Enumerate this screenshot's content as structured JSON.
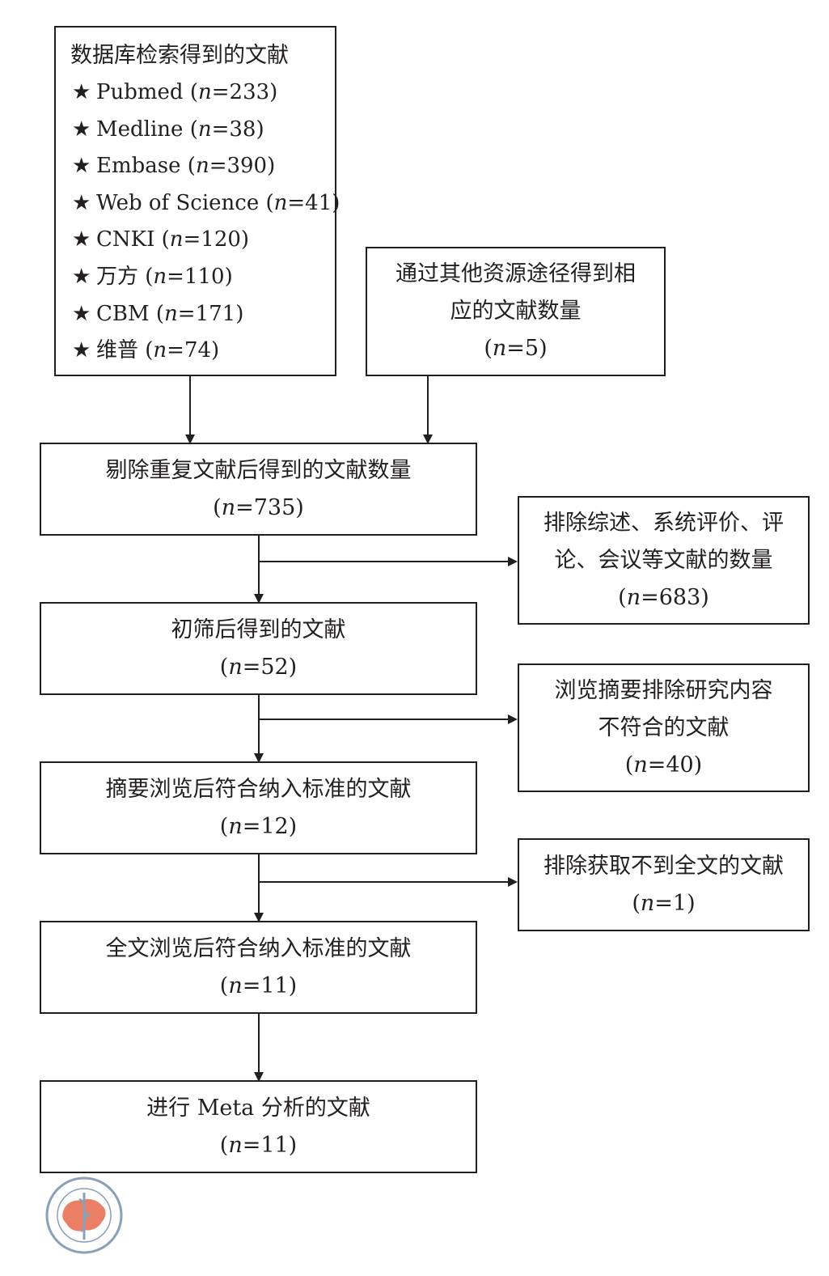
{
  "databases": {
    "title": "数据库检索得到的文献",
    "items": [
      {
        "star": "★",
        "name": "Pubmed",
        "count": "233"
      },
      {
        "star": "★",
        "name": "Medline",
        "count": "38"
      },
      {
        "star": "★",
        "name": "Embase",
        "count": "390"
      },
      {
        "star": "★",
        "name": "Web of Science",
        "count": "41"
      },
      {
        "star": "★",
        "name": "CNKI",
        "count": "120"
      },
      {
        "star": "★",
        "name": "万方",
        "count": "110"
      },
      {
        "star": "★",
        "name": "CBM",
        "count": "171"
      },
      {
        "star": "★",
        "name": "维普",
        "count": "74"
      }
    ]
  },
  "other_sources": {
    "line1": "通过其他资源途径得到相",
    "line2": "应的文献数量",
    "count": "5"
  },
  "dedup": {
    "line1": "剔除重复文献后得到的文献数量",
    "count": "735"
  },
  "exclude1": {
    "line1": "排除综述、系统评价、评",
    "line2": "论、会议等文献的数量",
    "count": "683"
  },
  "screen": {
    "line1": "初筛后得到的文献",
    "count": "52"
  },
  "exclude2": {
    "line1": "浏览摘要排除研究内容",
    "line2": "不符合的文献",
    "count": "40"
  },
  "abstract": {
    "line1": "摘要浏览后符合纳入标准的文献",
    "count": "12"
  },
  "exclude3": {
    "line1": "排除获取不到全文的文献",
    "count": "1"
  },
  "fulltext": {
    "line1": "全文浏览后符合纳入标准的文献",
    "count": "11"
  },
  "meta": {
    "line1": "进行 Meta 分析的文献",
    "count": "11"
  },
  "labels": {
    "n": "n",
    "eq_open": "(",
    "eq": "=",
    "eq_close": ")"
  },
  "colors": {
    "line": "#231f20",
    "logo": "#e8694a",
    "logo_ring": "#8aa0b8"
  },
  "logo": {
    "icon": "chinese-medical-association-seal-icon"
  }
}
